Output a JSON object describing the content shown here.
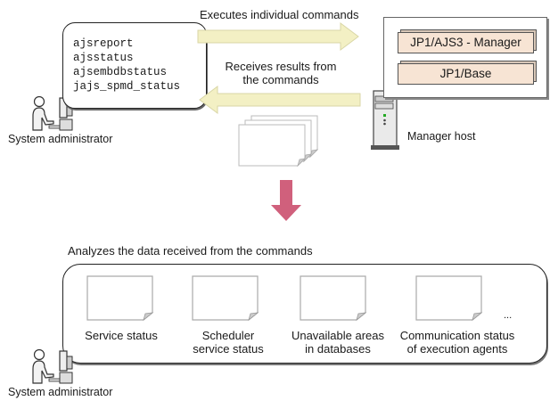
{
  "top": {
    "admin_label": "System administrator",
    "commands": [
      "ajsreport",
      "ajsstatus",
      "ajsembdbstatus",
      "jajs_spmd_status"
    ],
    "execute_label": "Executes individual commands",
    "receive_label_lines": [
      "Receives results from",
      "the commands"
    ],
    "host_label": "Manager host",
    "products": [
      "JP1/AJS3 - Manager",
      "JP1/Base"
    ]
  },
  "bottom": {
    "analyze_label": "Analyzes the data received from the commands",
    "admin_label": "System administrator",
    "reports": [
      {
        "lines": [
          "Service status"
        ]
      },
      {
        "lines": [
          "Scheduler",
          "service status"
        ]
      },
      {
        "lines": [
          "Unavailable areas",
          "in databases"
        ]
      },
      {
        "lines": [
          "Communication status",
          "of execution agents"
        ]
      }
    ],
    "ellipsis": "..."
  },
  "colors": {
    "arrow_fill": "#f3f0c4",
    "arrow_stroke": "#d9d6a6",
    "down_arrow": "#d0607c",
    "product_fill": "#f7e4d4"
  }
}
